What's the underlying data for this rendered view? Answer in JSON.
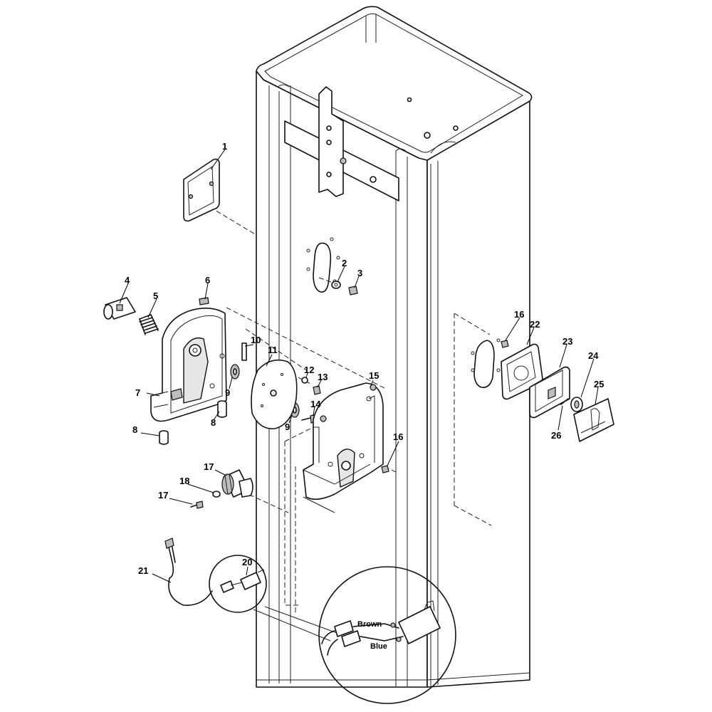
{
  "callouts": [
    {
      "id": "c1",
      "text": "1"
    },
    {
      "id": "c2",
      "text": "2"
    },
    {
      "id": "c3",
      "text": "3"
    },
    {
      "id": "c4",
      "text": "4"
    },
    {
      "id": "c5",
      "text": "5"
    },
    {
      "id": "c6",
      "text": "6"
    },
    {
      "id": "c7",
      "text": "7"
    },
    {
      "id": "c8a",
      "text": "8"
    },
    {
      "id": "c8b",
      "text": "8"
    },
    {
      "id": "c9a",
      "text": "9"
    },
    {
      "id": "c9b",
      "text": "9"
    },
    {
      "id": "c10",
      "text": "10"
    },
    {
      "id": "c11",
      "text": "11"
    },
    {
      "id": "c12",
      "text": "12"
    },
    {
      "id": "c13",
      "text": "13"
    },
    {
      "id": "c14",
      "text": "14"
    },
    {
      "id": "c15",
      "text": "15"
    },
    {
      "id": "c16a",
      "text": "16"
    },
    {
      "id": "c16b",
      "text": "16"
    },
    {
      "id": "c17a",
      "text": "17"
    },
    {
      "id": "c17b",
      "text": "17"
    },
    {
      "id": "c18",
      "text": "18"
    },
    {
      "id": "c20",
      "text": "20"
    },
    {
      "id": "c21",
      "text": "21"
    },
    {
      "id": "c22",
      "text": "22"
    },
    {
      "id": "c23",
      "text": "23"
    },
    {
      "id": "c24",
      "text": "24"
    },
    {
      "id": "c25",
      "text": "25"
    },
    {
      "id": "c26",
      "text": "26"
    }
  ],
  "wire_labels": {
    "brown": "Brown",
    "blue": "Blue"
  }
}
